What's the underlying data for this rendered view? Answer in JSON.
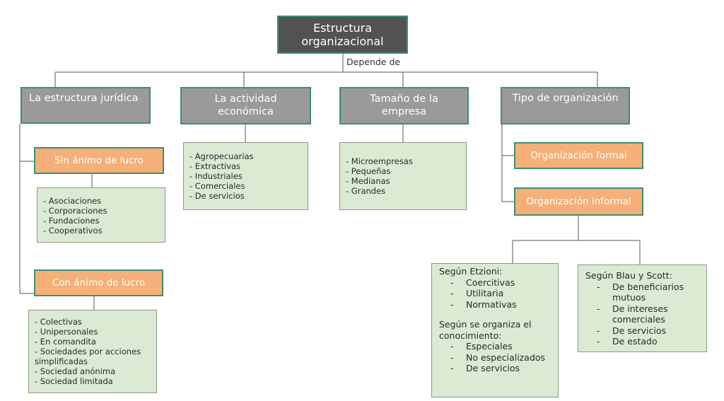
{
  "root": {
    "title": "Estructura organizacional",
    "link_label": "Depende de"
  },
  "categories": [
    {
      "title": "La estructura jurídica"
    },
    {
      "title": "La actividad económica"
    },
    {
      "title": "Tamaño de la empresa"
    },
    {
      "title": "Tipo de organización"
    }
  ],
  "juridica": {
    "sin_animo": {
      "title": "Sin ánimo de lucro",
      "items": [
        "- Asociaciones",
        "- Corporaciones",
        "- Fundaciones",
        "- Cooperativos"
      ]
    },
    "con_animo": {
      "title": "Con ánimo de lucro",
      "items": [
        "- Colectivas",
        "- Unipersonales",
        "- En comandita",
        "- Sociedades por acciones simplificadas",
        "- Sociedad anónima",
        "- Sociedad limitada"
      ]
    }
  },
  "actividad": {
    "items": [
      "- Agropecuarias",
      "- Extractivas",
      "- Industriales",
      "- Comerciales",
      "- De servicios"
    ]
  },
  "tamano": {
    "items": [
      "- Microempresas",
      "- Pequeñas",
      "- Medianas",
      "- Grandes"
    ]
  },
  "tipo": {
    "formal": {
      "title": "Organización formal"
    },
    "informal": {
      "title": "Organización informal"
    },
    "etzioni": {
      "heading": "Según Etzioni:",
      "items": [
        "Coercitivas",
        "Utilitaria",
        "Normativas"
      ],
      "heading2": "Según se organiza el conocimiento:",
      "items2": [
        "Especiales",
        "No especializados",
        "De servicios"
      ]
    },
    "blau": {
      "heading": "Según Blau y Scott:",
      "items": [
        "De beneficiarios mutuos",
        "De intereses comerciales",
        "De servicios",
        "De estado"
      ]
    }
  },
  "colors": {
    "root_fill": "#525252",
    "category_fill": "#9a9a9a",
    "subcategory_fill": "#f4b078",
    "list_fill": "#dbead3",
    "box_border": "#3d8f72",
    "connector": "#555555"
  }
}
